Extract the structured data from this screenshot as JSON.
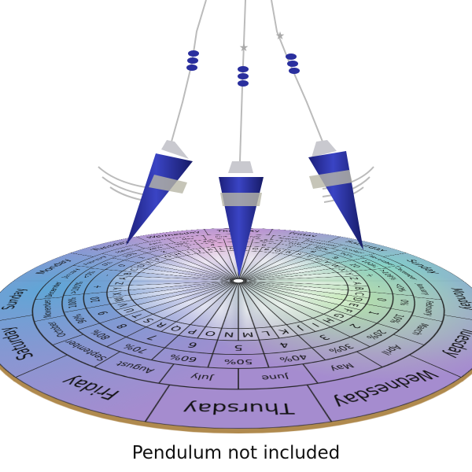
{
  "caption": "Pendulum not included",
  "board": {
    "days": [
      "Monday",
      "Tuesday",
      "Wednesday",
      "Thursday",
      "Friday",
      "Saturday",
      "Sunday"
    ],
    "months": [
      "January",
      "February",
      "March",
      "April",
      "May",
      "June",
      "July",
      "August",
      "September",
      "October",
      "November",
      "December"
    ],
    "percent_cycle": [
      "0%",
      "10%",
      "20%",
      "30%",
      "40%",
      "50%",
      "60%",
      "70%",
      "80%",
      "90%",
      "100%",
      ">100%",
      "<0%"
    ],
    "number_cycle": [
      "0",
      "1",
      "2",
      "3",
      "4",
      "5",
      "6",
      "7",
      "8",
      "9",
      "10",
      "+",
      "-"
    ],
    "letters": [
      "A",
      "B",
      "C",
      "D",
      "E",
      "F",
      "G",
      "H",
      "I",
      "J",
      "K",
      "L",
      "M",
      "N",
      "O",
      "P",
      "Q",
      "R",
      "S",
      "T",
      "U",
      "V",
      "W",
      "X",
      "Y",
      "Z"
    ]
  },
  "colors": {
    "text": "#111111",
    "lines": "#222222",
    "board_edge": "#b08a4e",
    "nebula_blue": "#5fa6d6",
    "nebula_pink": "#d9a3d8",
    "nebula_teal": "#7fd2c9",
    "nebula_purple": "#9c86c9",
    "lapis": "#2a2f9e",
    "silver": "#c9c9cf"
  },
  "pendulums": [
    {
      "name": "left",
      "icon": "lapis-pendulum"
    },
    {
      "name": "middle",
      "icon": "lapis-pendulum"
    },
    {
      "name": "right",
      "icon": "lapis-pendulum"
    }
  ]
}
